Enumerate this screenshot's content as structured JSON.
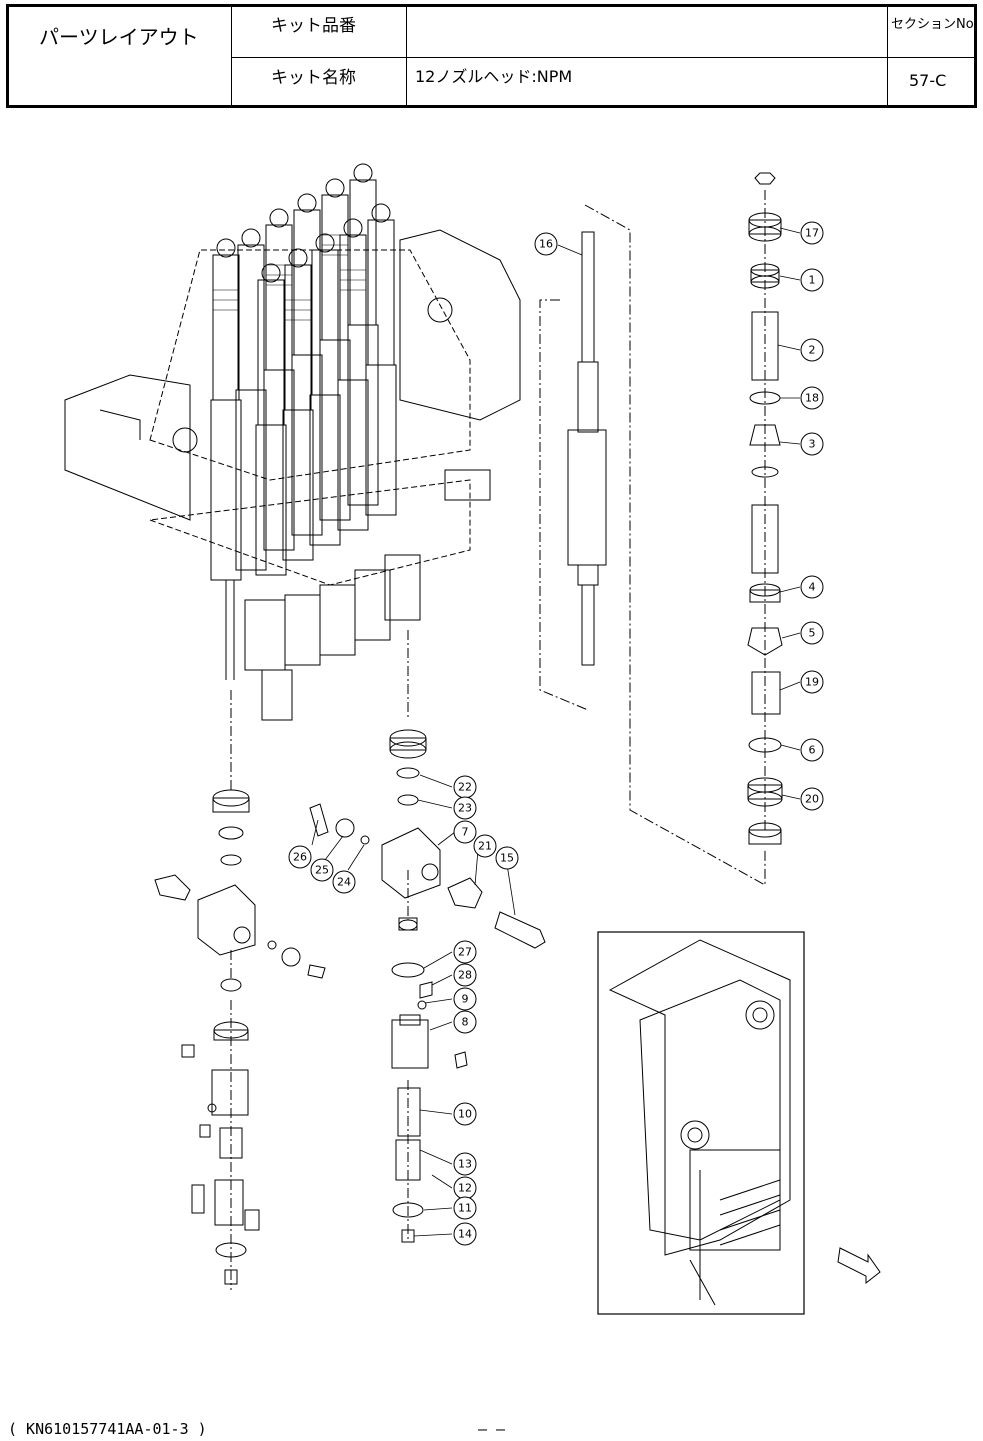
{
  "header": {
    "title": "パーツレイアウト",
    "kit_number_label": "キット品番",
    "kit_number_value": "",
    "kit_name_label": "キット名称",
    "kit_name_value": "12ノズルヘッド:NPM",
    "section_label": "セクションNo.",
    "section_value": "57-C"
  },
  "balloons": [
    {
      "label": "16"
    },
    {
      "label": "17"
    },
    {
      "label": "1"
    },
    {
      "label": "2"
    },
    {
      "label": "18"
    },
    {
      "label": "3"
    },
    {
      "label": "4"
    },
    {
      "label": "5"
    },
    {
      "label": "19"
    },
    {
      "label": "6"
    },
    {
      "label": "20"
    },
    {
      "label": "22"
    },
    {
      "label": "23"
    },
    {
      "label": "7"
    },
    {
      "label": "21"
    },
    {
      "label": "15"
    },
    {
      "label": "26"
    },
    {
      "label": "25"
    },
    {
      "label": "24"
    },
    {
      "label": "27"
    },
    {
      "label": "28"
    },
    {
      "label": "9"
    },
    {
      "label": "8"
    },
    {
      "label": "10"
    },
    {
      "label": "13"
    },
    {
      "label": "12"
    },
    {
      "label": "11"
    },
    {
      "label": "14"
    }
  ],
  "footer": {
    "doc_id": "( KN610157741AA-01-3 )",
    "page_marks": "–      –"
  }
}
